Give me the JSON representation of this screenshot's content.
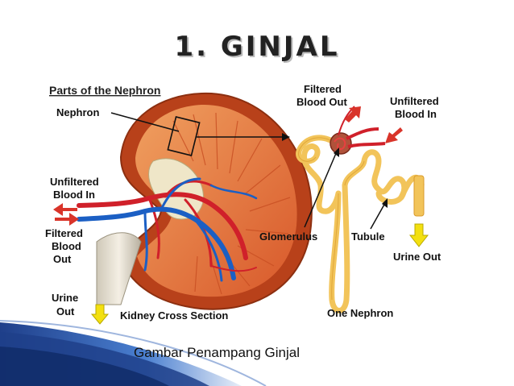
{
  "slide": {
    "title": "1.   GINJAL",
    "caption": "Gambar Penampang Ginjal"
  },
  "diagram": {
    "heading": "Parts of the Nephron",
    "labels": {
      "nephron": "Nephron",
      "unfiltered_left_1": "Unfiltered",
      "unfiltered_left_2": "Blood In",
      "filtered_left_1": "Filtered",
      "filtered_left_2": "Blood",
      "filtered_left_3": "Out",
      "urine_left_1": "Urine",
      "urine_left_2": "Out",
      "kidney_cross": "Kidney Cross Section",
      "filtered_right_1": "Filtered",
      "filtered_right_2": "Blood Out",
      "unfiltered_right_1": "Unfiltered",
      "unfiltered_right_2": "Blood In",
      "glomerulus": "Glomerulus",
      "tubule": "Tubule",
      "urine_right": "Urine Out",
      "one_nephron": "One Nephron"
    },
    "colors": {
      "artery": "#d0202a",
      "vein": "#1b5fc4",
      "kidney_outer": "#b8411a",
      "kidney_inner": "#e8783a",
      "tubule": "#f2c45a",
      "arrow_red": "#d9342a",
      "arrow_yellow": "#f3e010"
    }
  }
}
